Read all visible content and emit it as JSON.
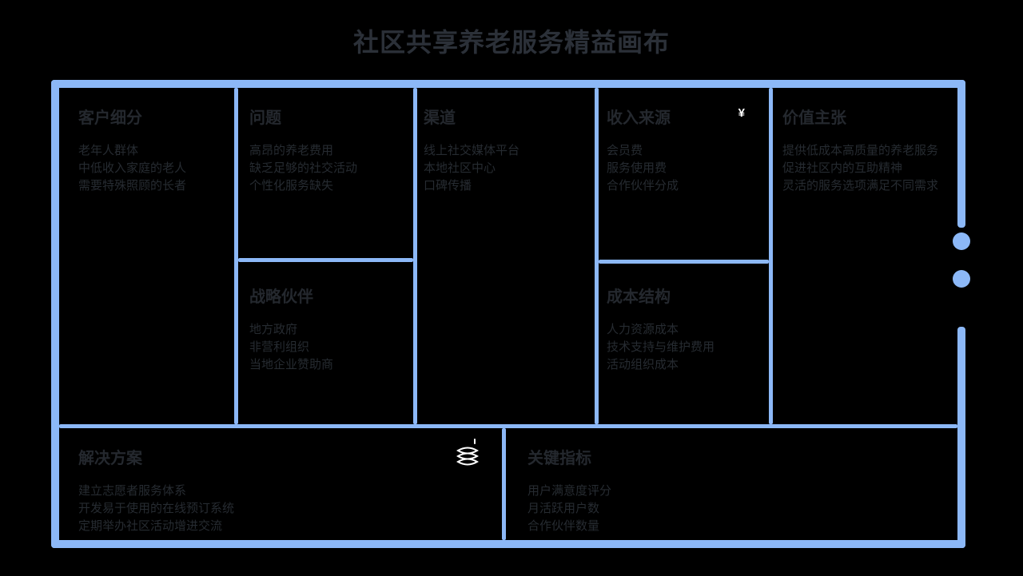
{
  "page_title": "社区共享养老服务精益画布",
  "colors": {
    "background": "#000000",
    "accent_blue": "#8cb8f7",
    "text": "#262b31",
    "icon": "#ffffff"
  },
  "sections": {
    "customer_segments": {
      "title": "客户细分",
      "items": [
        "老年人群体",
        "中低收入家庭的老人",
        "需要特殊照顾的长者"
      ]
    },
    "problems": {
      "title": "问题",
      "items": [
        "高昂的养老费用",
        "缺乏足够的社交活动",
        "个性化服务缺失"
      ]
    },
    "channels": {
      "title": "渠道",
      "items": [
        "线上社交媒体平台",
        "本地社区中心",
        "口碑传播"
      ]
    },
    "revenue_streams": {
      "title": "收入来源",
      "icon": "yuan-currency-icon",
      "icon_glyph": "¥",
      "items": [
        "会员费",
        "服务使用费",
        "合作伙伴分成"
      ]
    },
    "value_proposition": {
      "title": "价值主张",
      "items": [
        "提供低成本高质量的养老服务",
        "促进社区内的互助精神",
        "灵活的服务选项满足不同需求"
      ]
    },
    "strategic_partners": {
      "title": "战略伙伴",
      "items": [
        "地方政府",
        "非营利组织",
        "当地企业赞助商"
      ]
    },
    "cost_structure": {
      "title": "成本结构",
      "items": [
        "人力资源成本",
        "技术支持与维护费用",
        "活动组织成本"
      ]
    },
    "solutions": {
      "title": "解决方案",
      "icon": "layers-icon",
      "items": [
        "建立志愿者服务体系",
        "开发易于使用的在线预订系统",
        "定期举办社区活动增进交流"
      ]
    },
    "key_metrics": {
      "title": "关键指标",
      "items": [
        "用户满意度评分",
        "月活跃用户数",
        "合作伙伴数量"
      ]
    }
  }
}
